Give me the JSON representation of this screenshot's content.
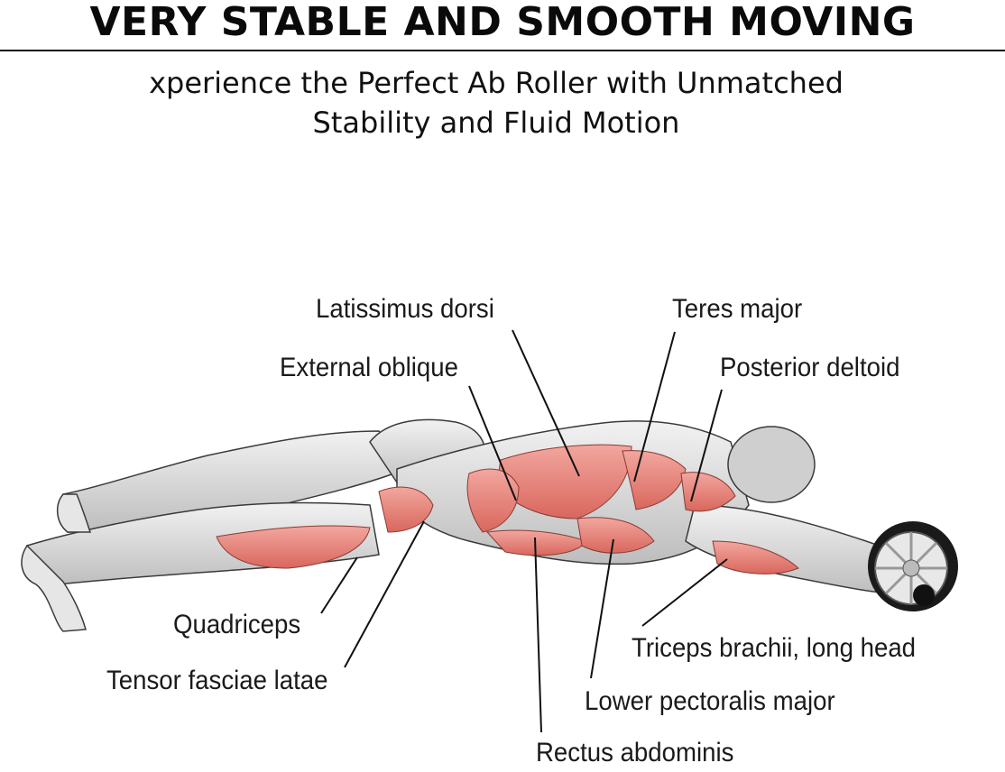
{
  "header": {
    "title": "VERY STABLE AND SMOOTH MOVING",
    "subtitle_line1": "xperience the Perfect Ab Roller with Unmatched",
    "subtitle_line2": "Stability and Fluid Motion"
  },
  "muscle_labels": {
    "latissimus": "Latissimus dorsi",
    "teres": "Teres major",
    "oblique": "External oblique",
    "deltoid": "Posterior deltoid",
    "quadriceps": "Quadriceps",
    "tensor": "Tensor fasciae latae",
    "triceps": "Triceps brachii, long head",
    "pectoralis": "Lower pectoralis major",
    "rectus": "Rectus abdominis"
  },
  "colors": {
    "muscle_highlight": "#e8857c",
    "body_gray": "#d9d9d9",
    "outline": "#3a3a3a"
  }
}
